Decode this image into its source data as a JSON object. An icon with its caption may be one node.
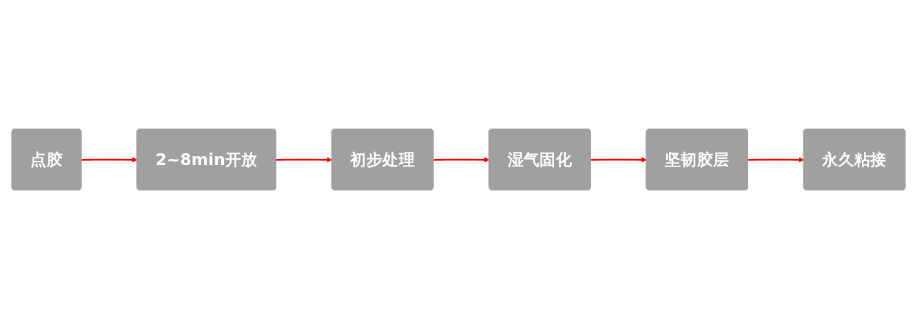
{
  "diagram": {
    "nodes": [
      {
        "text": [
          "点胶"
        ]
      },
      {
        "text": [
          "2~8min开放"
        ]
      },
      {
        "text": [
          "初步处理"
        ]
      },
      {
        "text": [
          "湿气固化"
        ]
      },
      {
        "text": [
          "坚韧胶层"
        ]
      },
      {
        "text": [
          "永久粘接"
        ]
      }
    ],
    "edges": [
      {
        "from": 0,
        "to": 1,
        "arrow": "to"
      },
      {
        "from": 1,
        "to": 2,
        "arrow": "to"
      },
      {
        "from": 2,
        "to": 3,
        "arrow": "to"
      },
      {
        "from": 3,
        "to": 4,
        "arrow": "to"
      },
      {
        "from": 4,
        "to": 5,
        "arrow": "to"
      }
    ]
  }
}
